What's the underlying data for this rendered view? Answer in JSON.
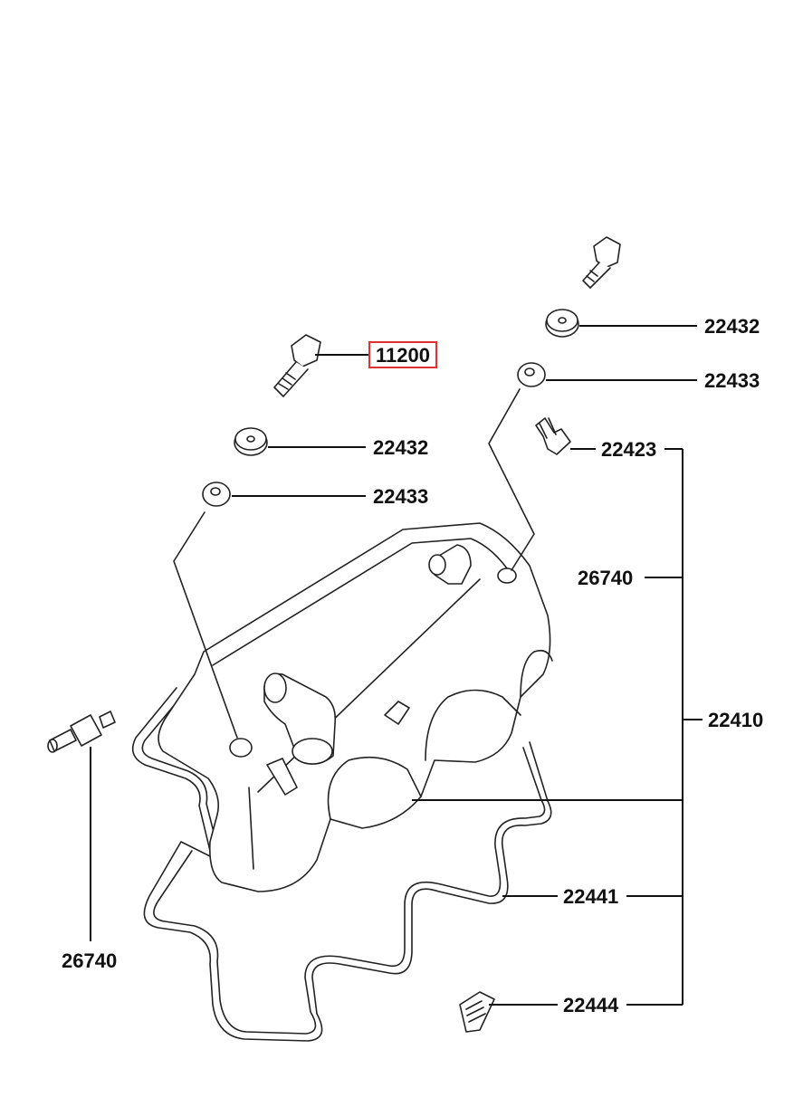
{
  "diagram": {
    "highlight_color": "#e03030",
    "labels": {
      "bolt_left": "11200",
      "washer_right_top": "22432",
      "grommet_right": "22433",
      "washer_left": "22432",
      "grommet_left": "22433",
      "clip": "22423",
      "sensor_group": "26740",
      "cover_assembly": "22410",
      "gasket": "22441",
      "sensor_left": "26740",
      "plug": "22444"
    }
  }
}
